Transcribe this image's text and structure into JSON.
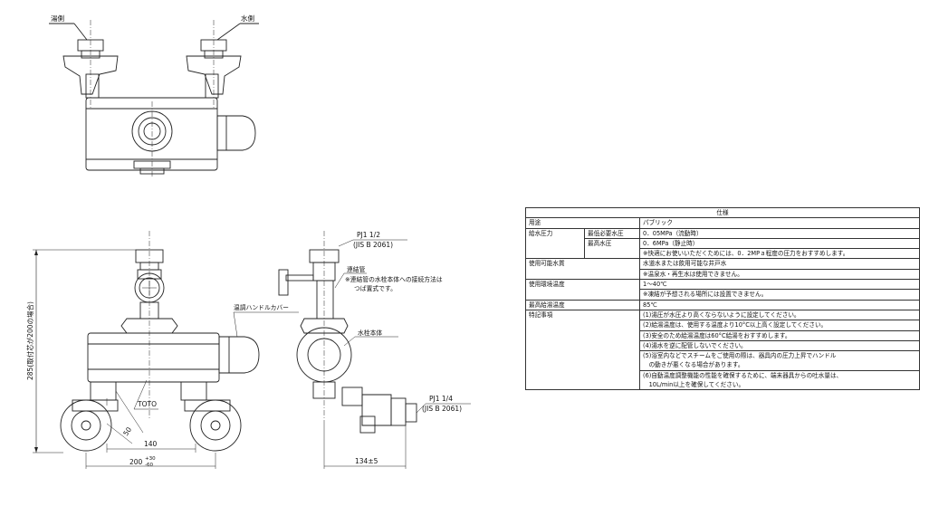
{
  "labels": {
    "hot_side": "湯側",
    "water_side": "水側",
    "pj_half": "PJ1 1/2",
    "jis_1": "(JIS B 2061)",
    "connecting_pipe": "連結管",
    "connecting_note_1": "※連結管の水栓本体への接続方法は",
    "connecting_note_2": "つば置式です。",
    "handle_cover": "温調ハンドルカバー",
    "faucet_body": "水栓本体",
    "toto": "TOTO",
    "pj_quarter": "PJ1 1/4",
    "jis_2": "(JIS B 2061)",
    "vertical_dim": "285(取付芯が200の場合)"
  },
  "dimensions": {
    "d140": "140",
    "d200": "200",
    "d200_plus": "+30",
    "d200_minus": "-60",
    "d50": "50",
    "d134": "134±5"
  },
  "spec_table": {
    "title": "仕様",
    "rows": {
      "use_label": "用途",
      "use_value": "パブリック",
      "pressure_label": "給水圧力",
      "min_pressure_label": "最低必要水圧",
      "min_pressure_value": "0．05MPa（流動時）",
      "max_pressure_label": "最高水圧",
      "max_pressure_value": "0．6MPa（静止時）",
      "pressure_note": "※快適にお使いいただくためには、0．2MPａ程度の圧力をおすすめします。",
      "water_label": "使用可能水質",
      "water_value": "水道水または飲用可能な井戸水",
      "water_note": "※温泉水・再生水は使用できません。",
      "env_label": "使用環境温度",
      "env_value": "1～40℃",
      "env_note": "※凍結が予想される場所には設置できません。",
      "max_hot_label": "最高給湯温度",
      "max_hot_value": "85℃",
      "special_label": "特記事項",
      "notes": [
        "(1)湯圧が水圧より高くならないように設定してください。",
        "(2)給湯温度は、使用する温度より10°C以上高く設定してください。",
        "(3)安全のため給湯温度は60°C給湯をおすすめします。",
        "(4)湯水を逆に配管しないでください。",
        "(5)浴室内などでスチームをご使用の際は、器具内の圧力上昇でハンドル",
        "　の動きが悪くなる場合があります。",
        "(6)自動温度調整機能の性能を確保するために、端末器具からの吐水量は、",
        "　10L/min以上を確保してください。"
      ]
    }
  }
}
